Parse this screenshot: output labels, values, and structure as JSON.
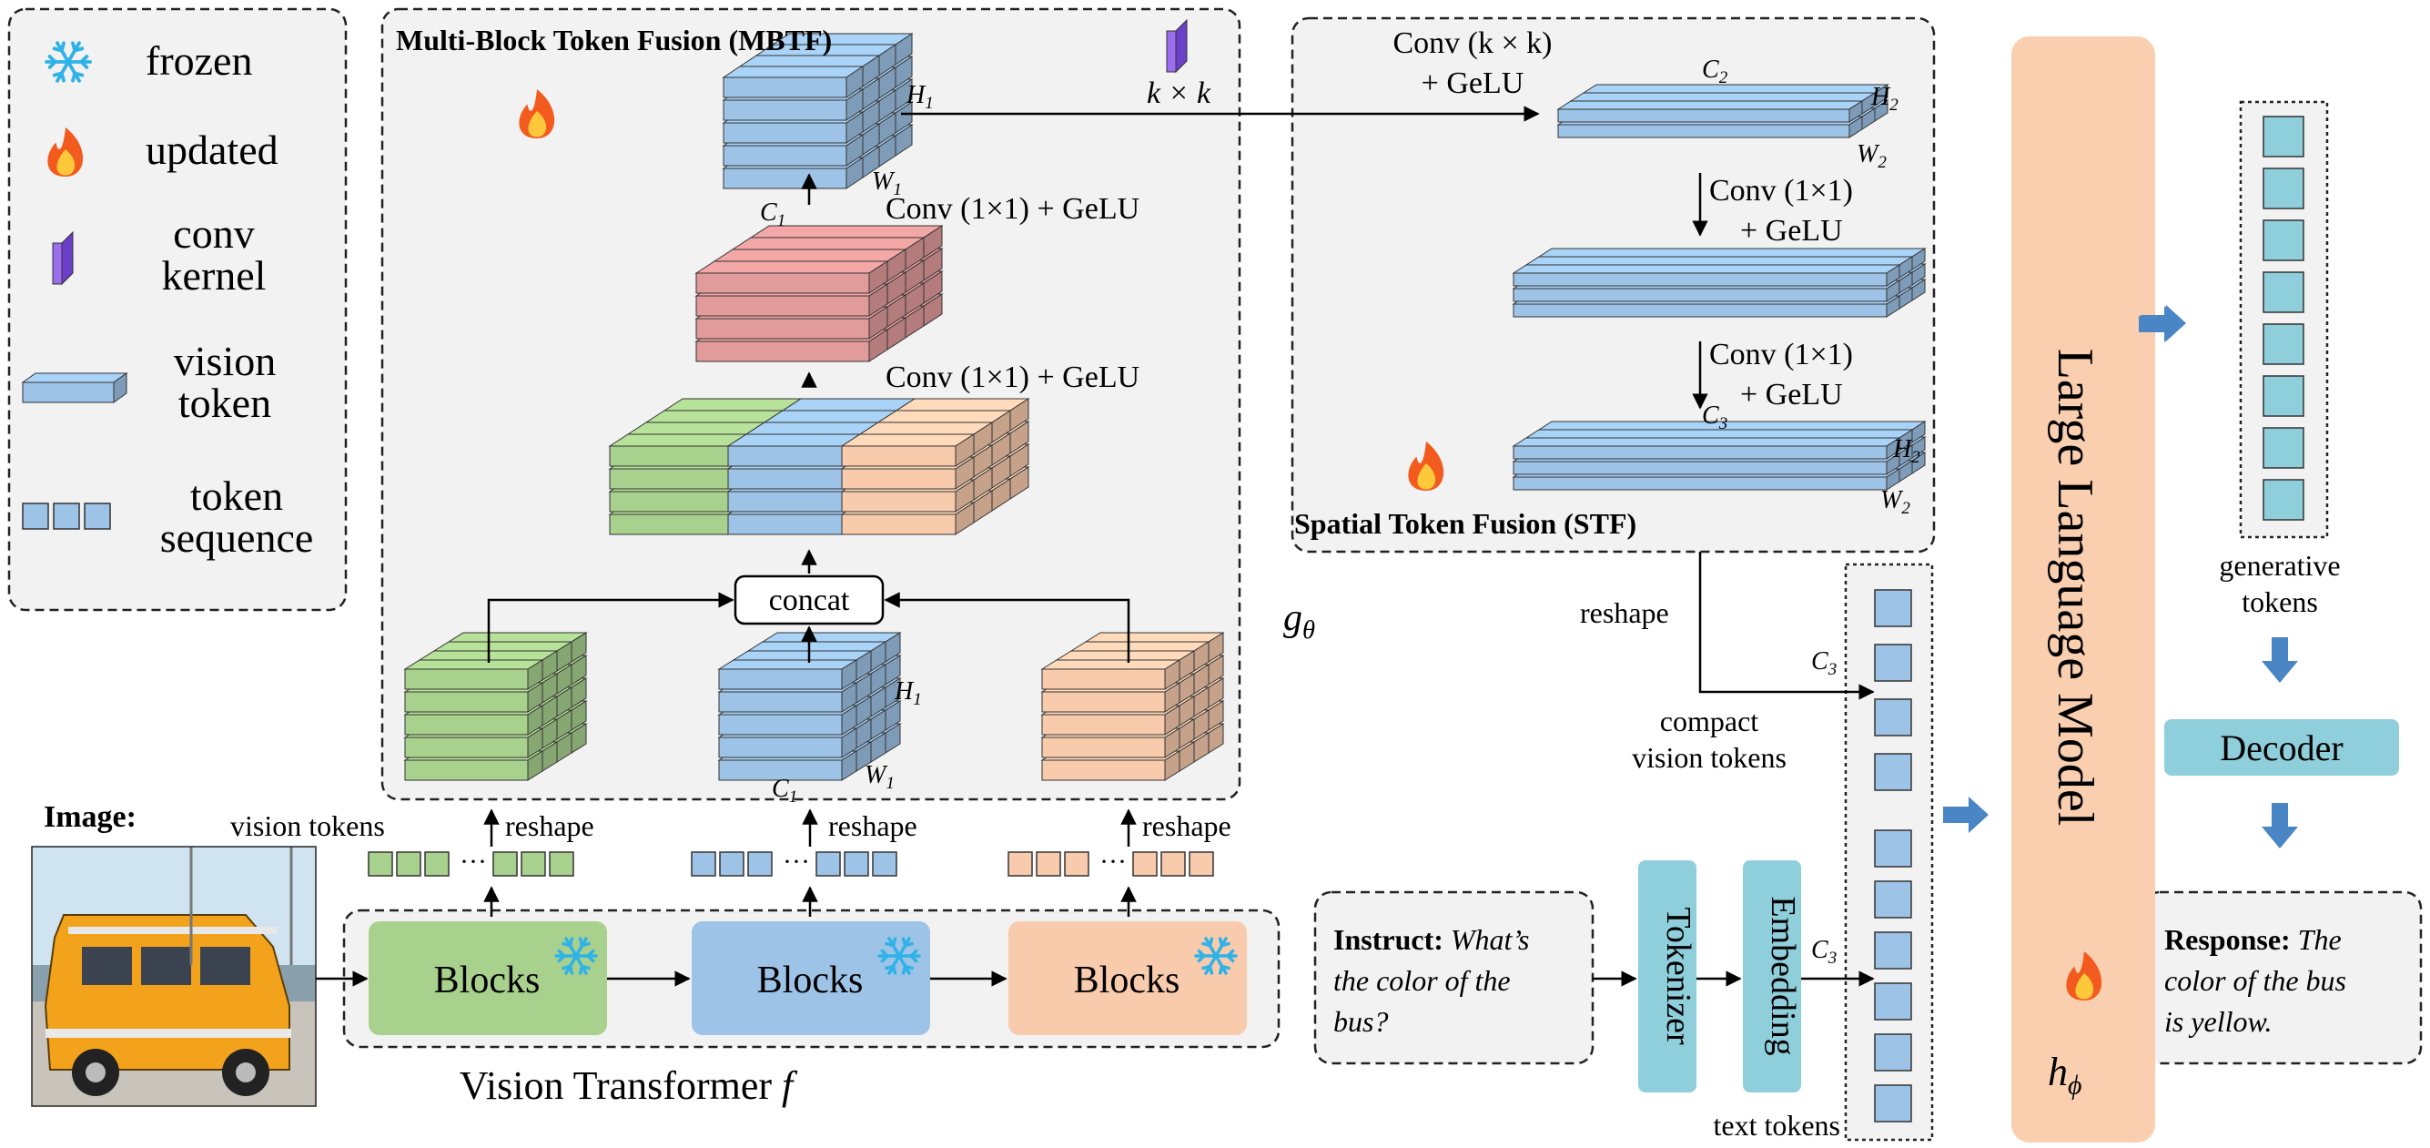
{
  "legend": {
    "frozen": "frozen",
    "updated": "updated",
    "conv_kernel": [
      "conv",
      "kernel"
    ],
    "vision_token": [
      "vision",
      "token"
    ],
    "token_sequence": [
      "token",
      "sequence"
    ]
  },
  "mbtf": {
    "title": "Multi-Block Token Fusion (MBTF)",
    "kernel_label": "k × k",
    "conv1": "Conv (1×1) + GeLU",
    "conv2": "Conv (1×1) + GeLU",
    "concat": "concat",
    "H1": "H",
    "W1": "W",
    "C1": "C",
    "sub1": "1"
  },
  "g_theta": "g",
  "g_sub": "θ",
  "stf": {
    "title": "Spatial Token Fusion (STF)",
    "conv_kk": [
      "Conv (k × k)",
      "+ GeLU"
    ],
    "conv_a": [
      "Conv (1×1)",
      "+ GeLU"
    ],
    "conv_b": [
      "Conv (1×1)",
      "+ GeLU"
    ],
    "C2": "C",
    "C3": "C",
    "H2": "H",
    "W2": "W",
    "sub2": "2",
    "sub3": "3"
  },
  "reshape": "reshape",
  "vision_tokens": "vision tokens",
  "image_label": "Image:",
  "vit": {
    "blocks": [
      "Blocks",
      "Blocks",
      "Blocks"
    ],
    "title": "Vision Transformer",
    "symbol": "f"
  },
  "compact": [
    "compact",
    "vision tokens"
  ],
  "text_tokens": "text tokens",
  "instruct": {
    "label": "Instruct:",
    "lines": [
      "What’s",
      "the color of the",
      "bus?"
    ]
  },
  "tokenizer": "Tokenizer",
  "embedding": "Embedding",
  "llm": {
    "title": "Large Language Model",
    "symbol": "h",
    "sub": "ϕ"
  },
  "generative": [
    "generative",
    "tokens"
  ],
  "decoder": "Decoder",
  "response": {
    "label": "Response:",
    "lines": [
      "The",
      "color of the bus",
      "is yellow."
    ]
  },
  "colors": {
    "green": "#a9d18e",
    "blue": "#9dc3e6",
    "orange": "#f8cbad",
    "red": "#e19b9b",
    "teal": "#8fcfdc",
    "llm": "#f9cfb0",
    "arrow_blue": "#4a86c5",
    "panel": "#f2f2f2"
  }
}
